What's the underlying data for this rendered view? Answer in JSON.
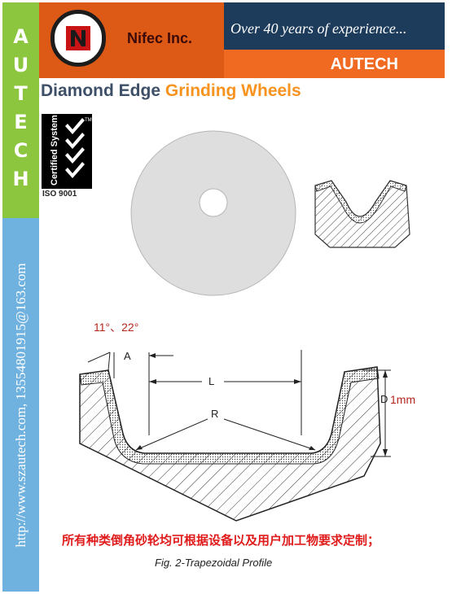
{
  "sidebar": {
    "letters": [
      "A",
      "U",
      "T",
      "E",
      "C",
      "H"
    ],
    "contact": "http://www.szautech.com,  13554801915@163.com"
  },
  "header": {
    "company": "Nifec Inc.",
    "slogan": "Over 40 years of experience...",
    "brand": "AUTECH"
  },
  "title": {
    "part1": "Diamond Edge",
    "part2": "Grinding Wheels"
  },
  "certification": {
    "badge_text": "Certified System",
    "badge_mark": "TM",
    "standard": "ISO 9001"
  },
  "diagram": {
    "angle_text": "11°、22°",
    "labels": {
      "a": "A",
      "l": "L",
      "r": "R",
      "d": "D"
    },
    "depth_note": "1mm",
    "caption": "Fig. 2-Trapezoidal Profile"
  },
  "note": "所有种类倒角砂轮均可根据设备以及用户加工物要求定制；",
  "colors": {
    "sidebar_green": "#8cc63f",
    "sidebar_blue": "#6fb1df",
    "header_orange": "#dc5a16",
    "header_navy": "#1d3c5c",
    "brand_orange": "#f06a22",
    "title_blue": "#3d5068",
    "title_orange": "#f7931e",
    "note_red": "#e01b1b"
  }
}
